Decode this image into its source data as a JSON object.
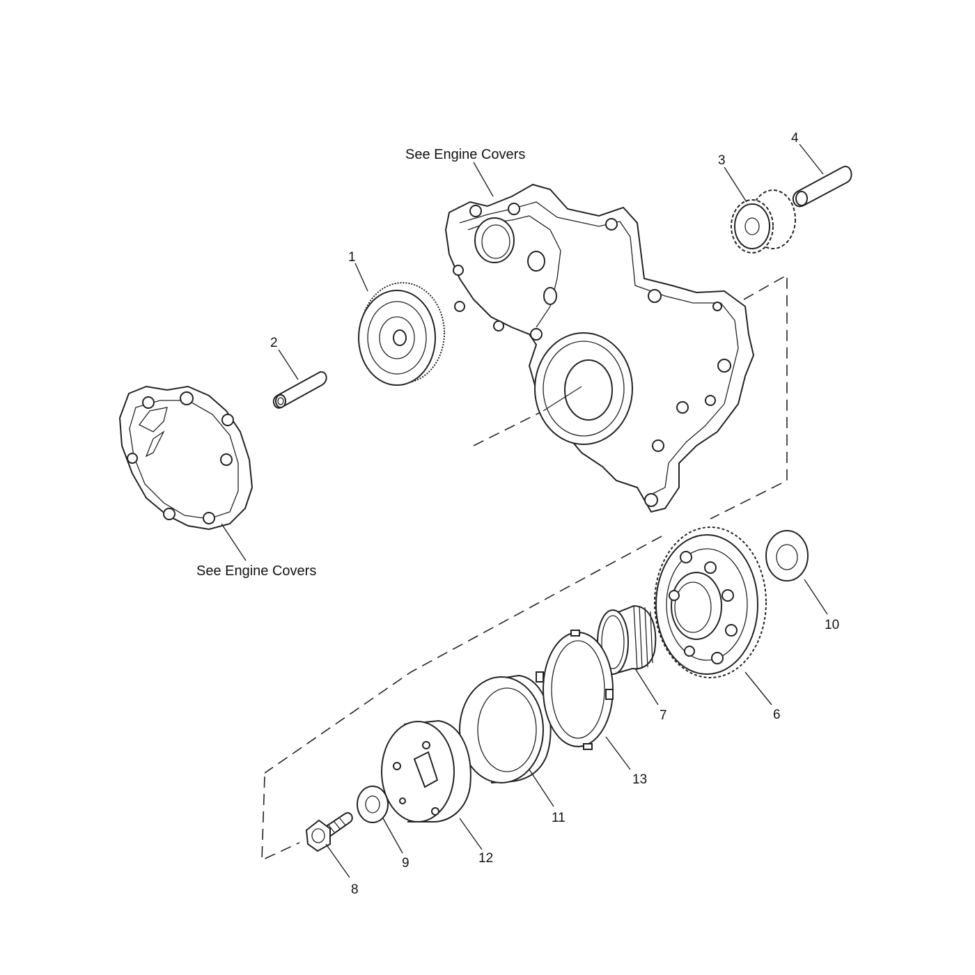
{
  "callouts": {
    "n1": "1",
    "n2": "2",
    "n3": "3",
    "n4": "4",
    "n6": "6",
    "n7": "7",
    "n8": "8",
    "n9": "9",
    "n10": "10",
    "n11": "11",
    "n12": "12",
    "n13": "13"
  },
  "notes": {
    "engine_covers_top": "See Engine Covers",
    "engine_covers_bottom": "See Engine Covers"
  },
  "parts": [
    {
      "id": "1",
      "icon": "idler-gear-icon"
    },
    {
      "id": "2",
      "icon": "shaft-icon"
    },
    {
      "id": "3",
      "icon": "double-gear-icon"
    },
    {
      "id": "4",
      "icon": "shaft-icon"
    },
    {
      "id": "6",
      "icon": "starter-gear-icon"
    },
    {
      "id": "7",
      "icon": "needle-bearing-icon"
    },
    {
      "id": "8",
      "icon": "bolt-icon"
    },
    {
      "id": "9",
      "icon": "washer-icon"
    },
    {
      "id": "10",
      "icon": "washer-icon"
    },
    {
      "id": "11",
      "icon": "sprag-clutch-ring-icon"
    },
    {
      "id": "12",
      "icon": "clutch-hub-icon"
    },
    {
      "id": "13",
      "icon": "retaining-plate-icon"
    }
  ]
}
